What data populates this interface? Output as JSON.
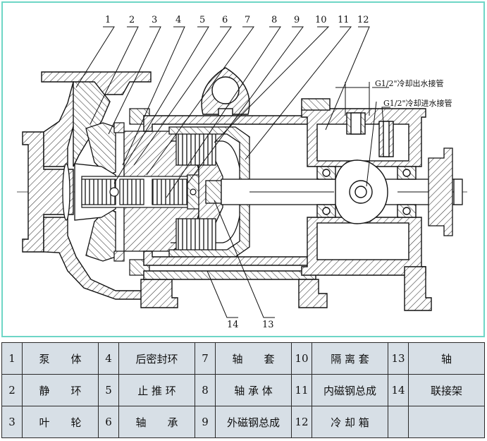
{
  "callouts": [
    "1",
    "2",
    "3",
    "4",
    "5",
    "6",
    "7",
    "8",
    "9",
    "10",
    "11",
    "12",
    "13",
    "14"
  ],
  "annotations": {
    "outlet_pipe": "G1/2\"冷却出水接管",
    "inlet_pipe": "G1/2\"冷却进水接管"
  },
  "parts_table": {
    "rows": [
      [
        {
          "num": "1",
          "name": "泵　　体"
        },
        {
          "num": "4",
          "name": "后密封环"
        },
        {
          "num": "7",
          "name": "轴　　套"
        },
        {
          "num": "10",
          "name": "隔 离 套"
        },
        {
          "num": "13",
          "name": "轴"
        }
      ],
      [
        {
          "num": "2",
          "name": "静　　环"
        },
        {
          "num": "5",
          "name": "止 推 环"
        },
        {
          "num": "8",
          "name": "轴 承 体"
        },
        {
          "num": "11",
          "name": "内磁钢总成"
        },
        {
          "num": "14",
          "name": "联接架"
        }
      ],
      [
        {
          "num": "3",
          "name": "叶　　轮"
        },
        {
          "num": "6",
          "name": "轴　　承"
        },
        {
          "num": "9",
          "name": "外磁钢总成"
        },
        {
          "num": "12",
          "name": "冷 却 箱"
        },
        {
          "num": "",
          "name": ""
        }
      ]
    ]
  },
  "colors": {
    "frame": "#6ed6c6",
    "table_bg": "#d7dfe6",
    "line": "#111111",
    "hatch": "#333333"
  }
}
